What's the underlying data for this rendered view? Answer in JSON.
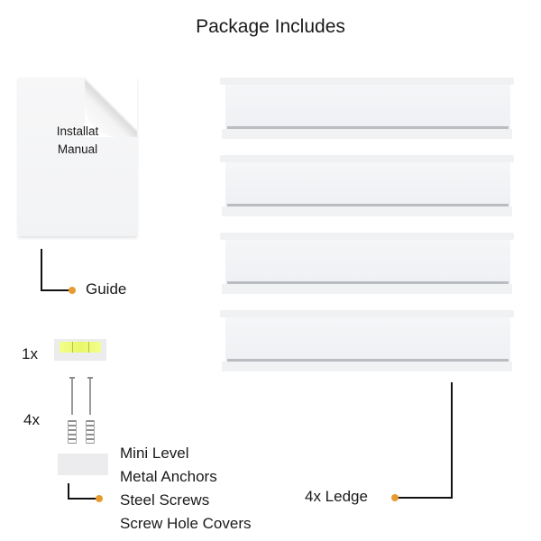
{
  "title": "Package Includes",
  "manual": {
    "line1": "Installat",
    "line2": "Manual"
  },
  "labels": {
    "guide": "Guide",
    "ledge": "4x Ledge",
    "level_qty": "1x",
    "hardware_qty": "4x"
  },
  "hardware_list": [
    "Mini Level",
    "Metal Anchors",
    "Steel Screws",
    "Screw Hole Covers"
  ],
  "colors": {
    "accent_dot": "#e89a2e",
    "line": "#111111",
    "level_bubble": "#eef77a"
  }
}
